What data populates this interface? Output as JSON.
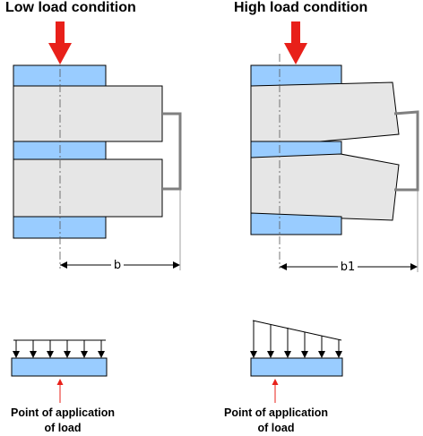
{
  "titles": {
    "left": "Low load condition",
    "right": "High load condition"
  },
  "dimensions": {
    "left": "b",
    "right": "b1"
  },
  "captions": {
    "left": {
      "line1": "Point of application",
      "line2": "of load"
    },
    "right": {
      "line1": "Point of application",
      "line2": "of load"
    }
  },
  "colors": {
    "plate_blue": "#99ccff",
    "block_gray": "#e6e6e6",
    "load_arrow_red": "#e8201a",
    "outline": "#000000",
    "clip_gray": "#808080"
  }
}
